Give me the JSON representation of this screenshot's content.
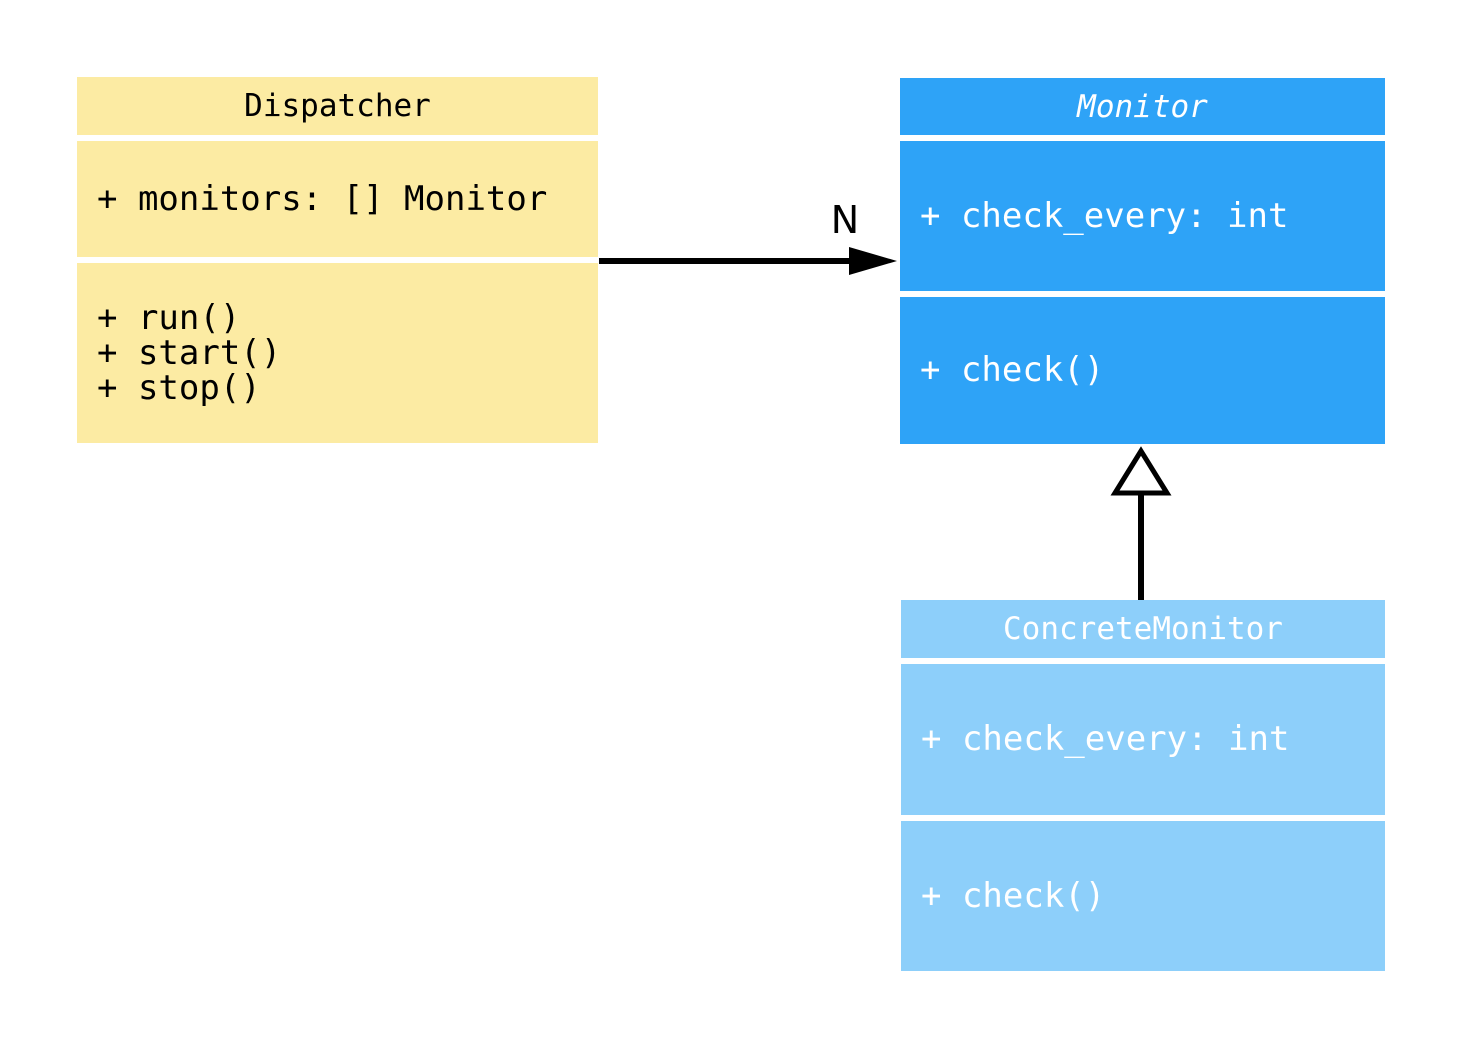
{
  "diagram": {
    "type": "uml-class-diagram",
    "background_color": "#ffffff",
    "line_color": "#000000",
    "classes": [
      {
        "name": "Dispatcher",
        "abstract": false,
        "fill": "#FCEBA3",
        "text_color": "#000000",
        "attributes": [
          "+ monitors: [] Monitor"
        ],
        "methods": [
          "+ run()",
          "+ start()",
          "+ stop()"
        ]
      },
      {
        "name": "Monitor",
        "abstract": true,
        "fill": "#2EA3F7",
        "text_color": "#ffffff",
        "attributes": [
          "+ check_every: int"
        ],
        "methods": [
          "+ check()"
        ]
      },
      {
        "name": "ConcreteMonitor",
        "abstract": false,
        "fill": "#8DCFFA",
        "text_color": "#ffffff",
        "attributes": [
          "+ check_every: int"
        ],
        "methods": [
          "+ check()"
        ]
      }
    ],
    "relations": [
      {
        "type": "association",
        "from": "Dispatcher",
        "to": "Monitor",
        "label": "N",
        "arrowhead": "filled-arrow"
      },
      {
        "type": "generalization",
        "from": "ConcreteMonitor",
        "to": "Monitor",
        "label": "",
        "arrowhead": "hollow-triangle"
      }
    ]
  }
}
